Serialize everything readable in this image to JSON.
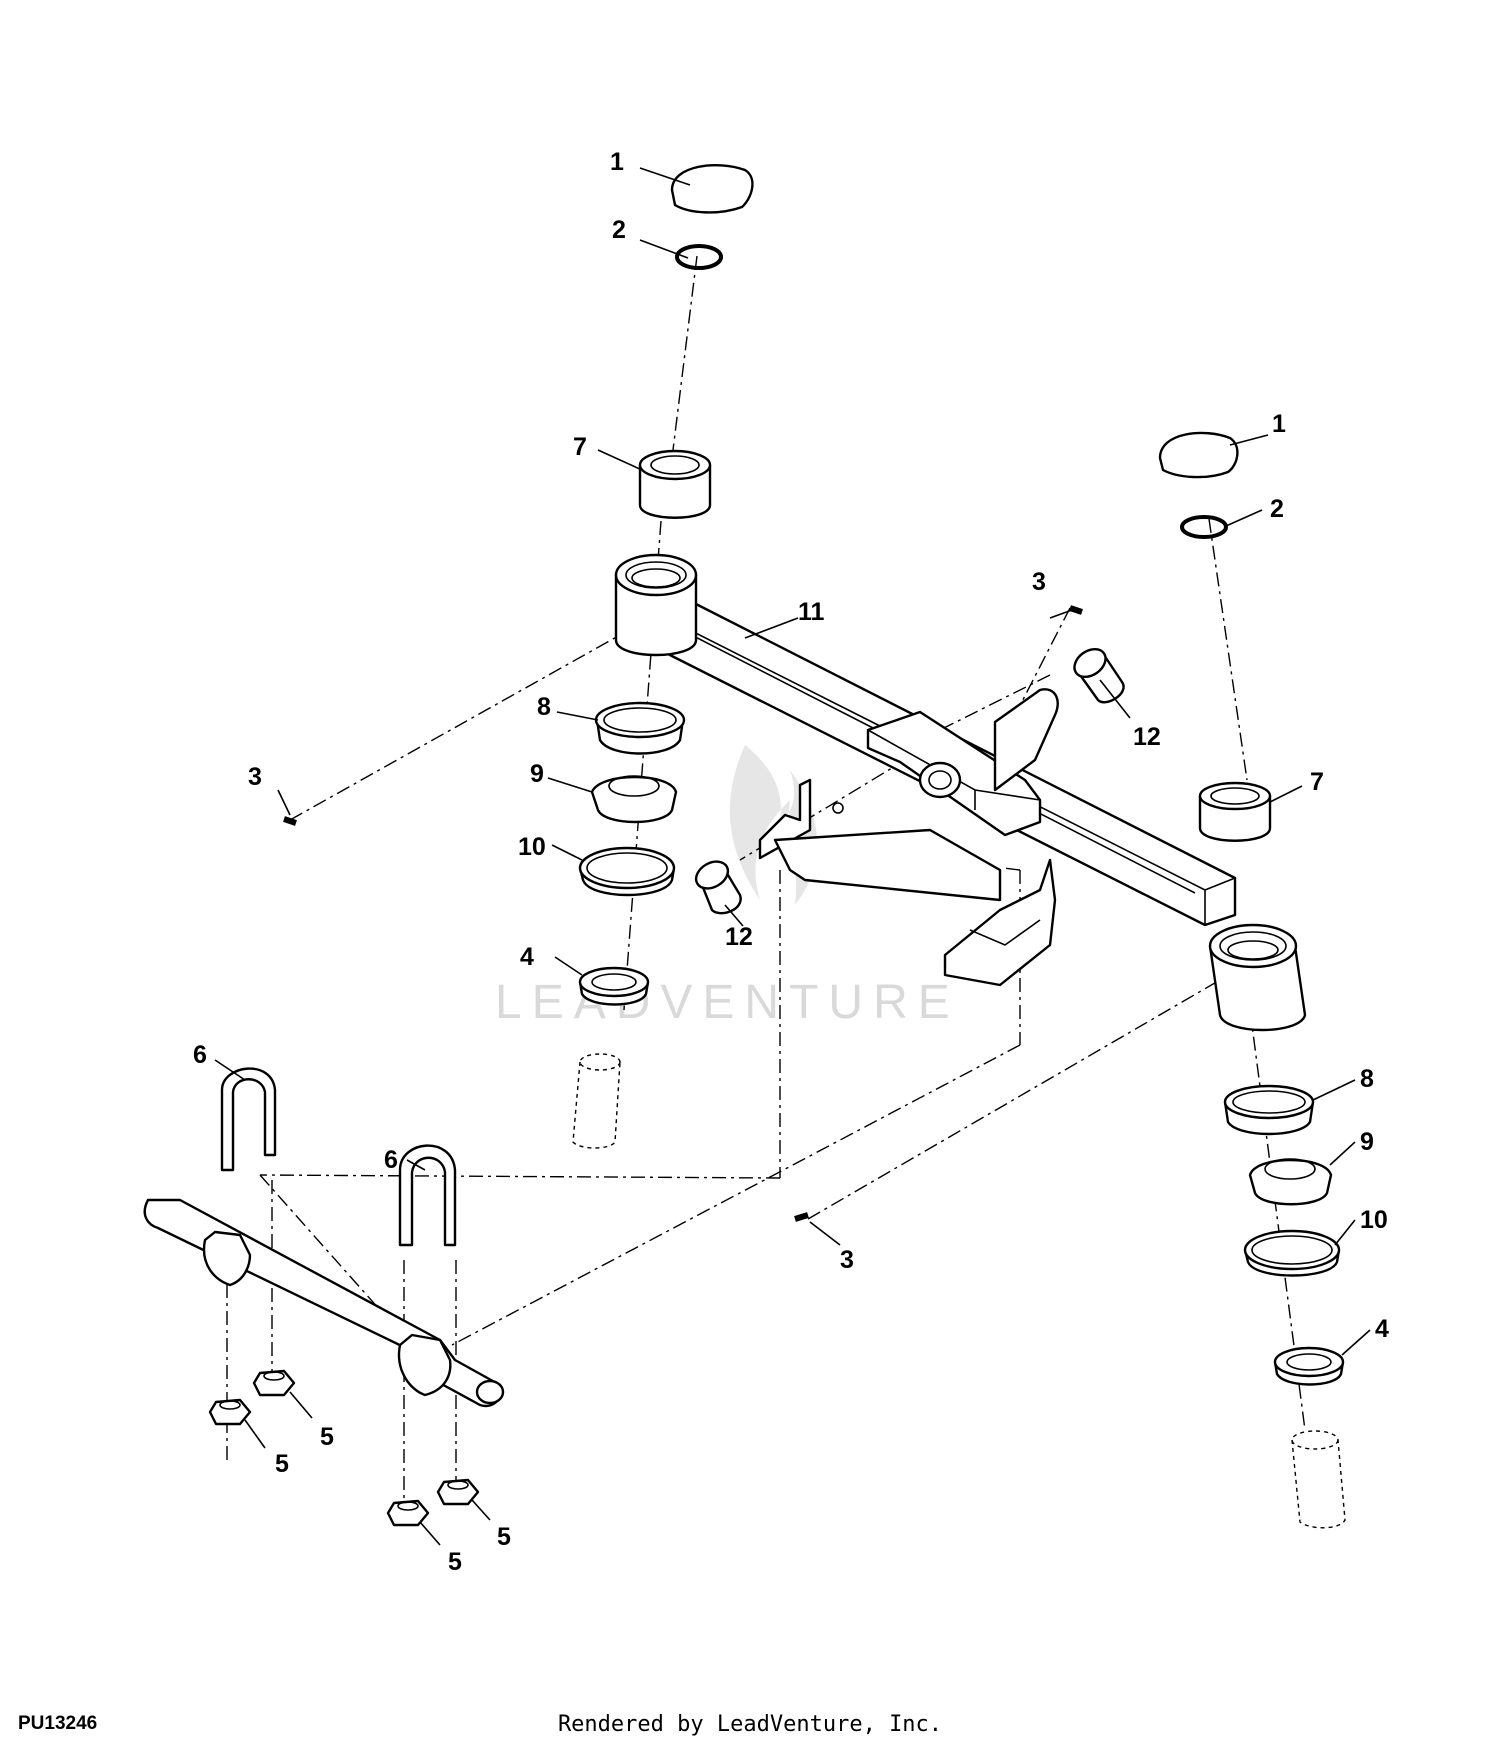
{
  "figure_id": "PU13246",
  "footer": "Rendered by LeadVenture, Inc.",
  "watermark": "LEADVENTURE",
  "callouts": {
    "c1a": "1",
    "c1b": "1",
    "c2a": "2",
    "c2b": "2",
    "c3a": "3",
    "c3b": "3",
    "c3c": "3",
    "c4a": "4",
    "c4b": "4",
    "c5a": "5",
    "c5b": "5",
    "c5c": "5",
    "c5d": "5",
    "c6a": "6",
    "c6b": "6",
    "c7a": "7",
    "c7b": "7",
    "c8a": "8",
    "c8b": "8",
    "c9a": "9",
    "c9b": "9",
    "c10a": "10",
    "c10b": "10",
    "c11": "11",
    "c12a": "12",
    "c12b": "12"
  }
}
